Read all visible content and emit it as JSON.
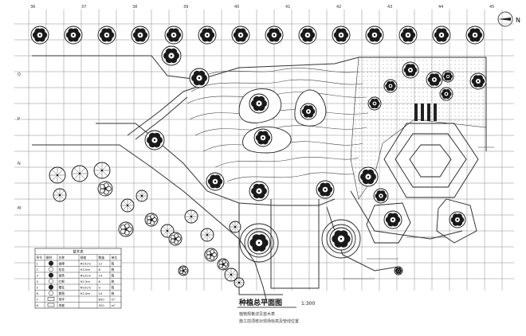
{
  "drawing": {
    "title": "种植总平面图",
    "scale": "1:300",
    "notes": [
      "植物规格详见苗木表",
      "施工前须核对现场标高及管线位置"
    ]
  },
  "grid_labels": {
    "top": [
      "36",
      "37",
      "38",
      "39",
      "40",
      "41",
      "42",
      "43",
      "44",
      "45"
    ],
    "left": [
      "Q",
      "P",
      "N",
      "M"
    ]
  },
  "legend": {
    "title": "苗木表",
    "columns": [
      "序号",
      "图例",
      "名称",
      "规格",
      "数量",
      "单位"
    ],
    "rows": [
      [
        "1",
        "",
        "香樟",
        "Φ15cm",
        "12",
        "株"
      ],
      [
        "2",
        "",
        "桂花",
        "H3.0m",
        "8",
        "株"
      ],
      [
        "3",
        "",
        "银杏",
        "Φ12cm",
        "14",
        "株"
      ],
      [
        "4",
        "",
        "红枫",
        "H2.5m",
        "6",
        "株"
      ],
      [
        "5",
        "",
        "樱花",
        "Φ10cm",
        "9",
        "株"
      ],
      [
        "6",
        "",
        "紫薇",
        "H2.0m",
        "10",
        "株"
      ],
      [
        "7",
        "",
        "草坪",
        "",
        "850",
        "m²"
      ],
      [
        "8",
        "",
        "地被",
        "",
        "320",
        "m²"
      ]
    ]
  },
  "north_arrow": {
    "label": "N"
  }
}
